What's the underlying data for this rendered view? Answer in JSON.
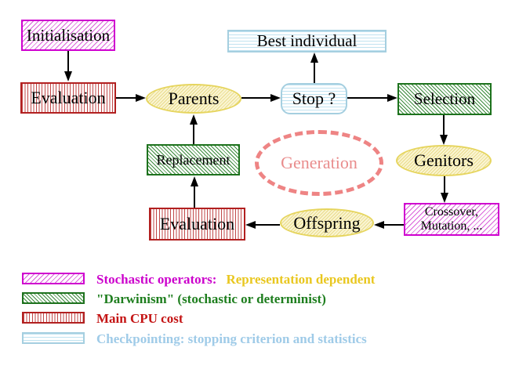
{
  "nodes": {
    "initialisation": "Initialisation",
    "evaluation_top": "Evaluation",
    "parents": "Parents",
    "best_individual": "Best individual",
    "stop": "Stop ?",
    "selection": "Selection",
    "replacement": "Replacement",
    "generation": "Generation",
    "genitors": "Genitors",
    "evaluation_bottom": "Evaluation",
    "offspring": "Offspring",
    "crossover_line1": "Crossover,",
    "crossover_line2": "Mutation, ..."
  },
  "legend": {
    "stochastic": {
      "label": "Stochastic operators:",
      "color": "#cc00cc"
    },
    "representation": {
      "label": "Representation dependent",
      "color": "#e9c71f"
    },
    "darwinism": {
      "label": "\"Darwinism\" (stochastic or determinist)",
      "color": "#1e7e1e"
    },
    "cpu": {
      "label": "Main CPU cost",
      "color": "#c41414"
    },
    "checkpointing": {
      "label": "Checkpointing: stopping criterion and statistics",
      "color": "#9fcbe8"
    }
  },
  "colors": {
    "stochastic_pattern": "#cf00cf",
    "darwinism_pattern": "#1d721d",
    "cpu_pattern": "#b22020",
    "checkpointing_pattern": "#a5cfe0",
    "yellow_ellipse": "#e6d55e",
    "generation_dashed": "#ee8484",
    "arrow": "#000000"
  }
}
